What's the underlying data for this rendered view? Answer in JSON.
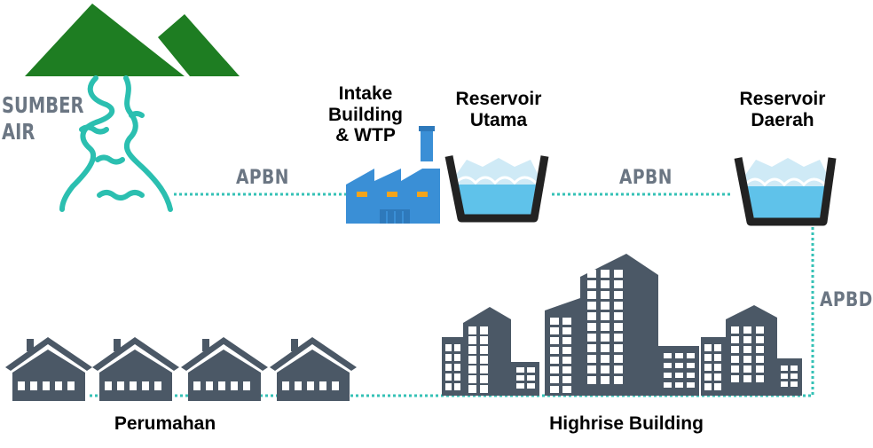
{
  "source": {
    "label": "SUMBER\nAIR"
  },
  "nodes": {
    "intake": "Intake\nBuilding\n& WTP",
    "reservoir_main": "Reservoir\nUtama",
    "reservoir_regional": "Reservoir\nDaerah",
    "housing": "Perumahan",
    "highrise": "Highrise Building"
  },
  "funding": {
    "source_to_intake": "APBN",
    "main_to_regional": "APBN",
    "regional_to_consumers": "APBD"
  },
  "icons": {
    "mountain": "mountain-icon",
    "river": "river-icon",
    "factory": "factory-icon",
    "reservoir": "water-basin-icon",
    "house": "house-icon",
    "building": "building-icon"
  },
  "colors": {
    "mountain": "#1e7d22",
    "river": "#2bbfb0",
    "pipe": "#35c1b6",
    "factory": "#3a8fd6",
    "factory_window": "#f3a41b",
    "basin_water": "#5fc2ea",
    "basin_rim": "#222222",
    "structure": "#4b5866",
    "funding_text": "#6b7683"
  }
}
